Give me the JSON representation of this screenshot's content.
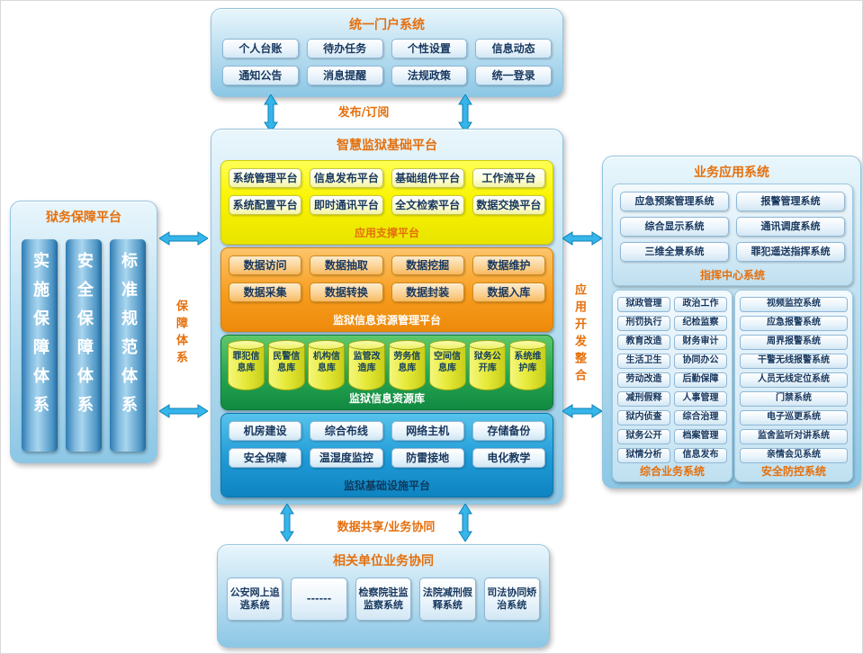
{
  "portal": {
    "title": "统一门户系统",
    "items": [
      "个人台账",
      "待办任务",
      "个性设置",
      "信息动态",
      "通知公告",
      "消息提醒",
      "法规政策",
      "统一登录"
    ]
  },
  "flow": {
    "publish": "发布/订阅",
    "share": "数据共享/业务协同"
  },
  "platform": {
    "title": "智慧监狱基础平台",
    "app_support": {
      "label": "应用支撑平台",
      "items": [
        "系统管理平台",
        "信息发布平台",
        "基础组件平台",
        "工作流平台",
        "系统配置平台",
        "即时通讯平台",
        "全文检索平台",
        "数据交换平台"
      ]
    },
    "resource_mgmt": {
      "label": "监狱信息资源管理平台",
      "items": [
        "数据访问",
        "数据抽取",
        "数据挖掘",
        "数据维护",
        "数据采集",
        "数据转换",
        "数据封装",
        "数据入库"
      ]
    },
    "resource_db": {
      "label": "监狱信息资源库",
      "items": [
        "罪犯信息库",
        "民警信息库",
        "机构信息库",
        "监管改造库",
        "劳务信息库",
        "空间信息库",
        "狱务公开库",
        "系统维护库"
      ]
    },
    "infrastructure": {
      "label": "监狱基础设施平台",
      "items": [
        "机房建设",
        "综合布线",
        "网络主机",
        "存储备份",
        "安全保障",
        "温湿度监控",
        "防雷接地",
        "电化教学"
      ]
    }
  },
  "guarantee": {
    "title": "狱务保障平台",
    "side_label": "保障体系",
    "pillars": [
      "实施保障体系",
      "安全保障体系",
      "标准规范体系"
    ]
  },
  "business": {
    "title": "业务应用系统",
    "side_label": "应用开发整合",
    "command": {
      "label": "指挥中心系统",
      "items": [
        "应急预案管理系统",
        "报警管理系统",
        "综合显示系统",
        "通讯调度系统",
        "三维全景系统",
        "罪犯遥送指挥系统"
      ]
    },
    "comprehensive": {
      "label": "综合业务系统",
      "items": [
        "狱政管理",
        "政治工作",
        "刑罚执行",
        "纪检监察",
        "教育改造",
        "财务审计",
        "生活卫生",
        "协同办公",
        "劳动改造",
        "后勤保障",
        "减刑假释",
        "人事管理",
        "狱内侦查",
        "综合治理",
        "狱务公开",
        "档案管理",
        "狱情分析",
        "信息发布"
      ]
    },
    "security": {
      "label": "安全防控系统",
      "items": [
        "视频监控系统",
        "应急报警系统",
        "周界报警系统",
        "干警无线报警系统",
        "人员无线定位系统",
        "门禁系统",
        "电子巡更系统",
        "监舍监听对讲系统",
        "亲情会见系统"
      ]
    }
  },
  "collaboration": {
    "title": "相关单位业务协同",
    "items": [
      "公安网上追逃系统",
      "------",
      "检察院驻监监察系统",
      "法院减刑假释系统",
      "司法协同矫治系统"
    ]
  },
  "colors": {
    "accent_orange": "#e4700e",
    "navy_text": "#17375e",
    "arrow_blue": "#35b5ea",
    "yellow_section": "#f9f400",
    "orange_section": "#f79d1e",
    "green_section": "#27a44f",
    "blue_section": "#1f9ad6"
  }
}
